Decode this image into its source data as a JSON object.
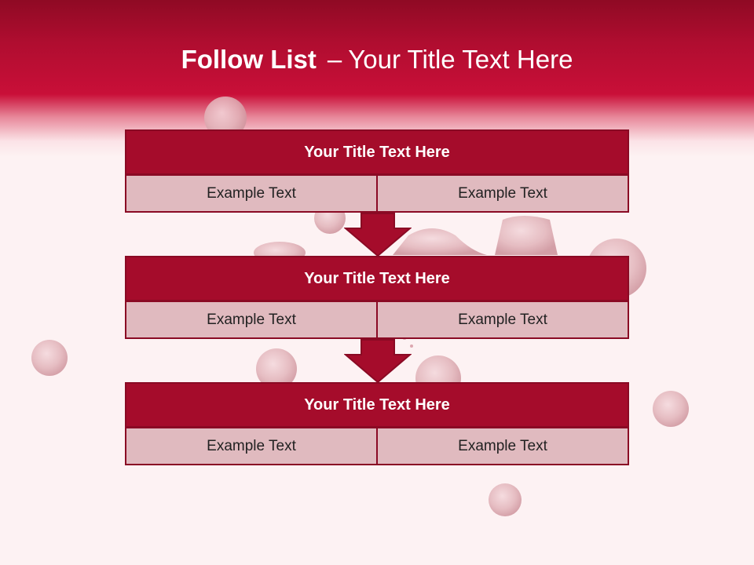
{
  "title": {
    "bold": "Follow List",
    "dash": "–",
    "rest": "Your Title Text Here"
  },
  "blocks": [
    {
      "heading": "Your Title Text Here",
      "left": "Example Text",
      "right": "Example Text"
    },
    {
      "heading": "Your Title Text Here",
      "left": "Example Text",
      "right": "Example Text"
    },
    {
      "heading": "Your Title Text Here",
      "left": "Example Text",
      "right": "Example Text"
    }
  ],
  "colors": {
    "header_red": "#c90f38",
    "block_header": "#a50c2b",
    "cell_fill": "#e0babf",
    "border": "#8a0a24",
    "background": "#fdf2f3"
  }
}
